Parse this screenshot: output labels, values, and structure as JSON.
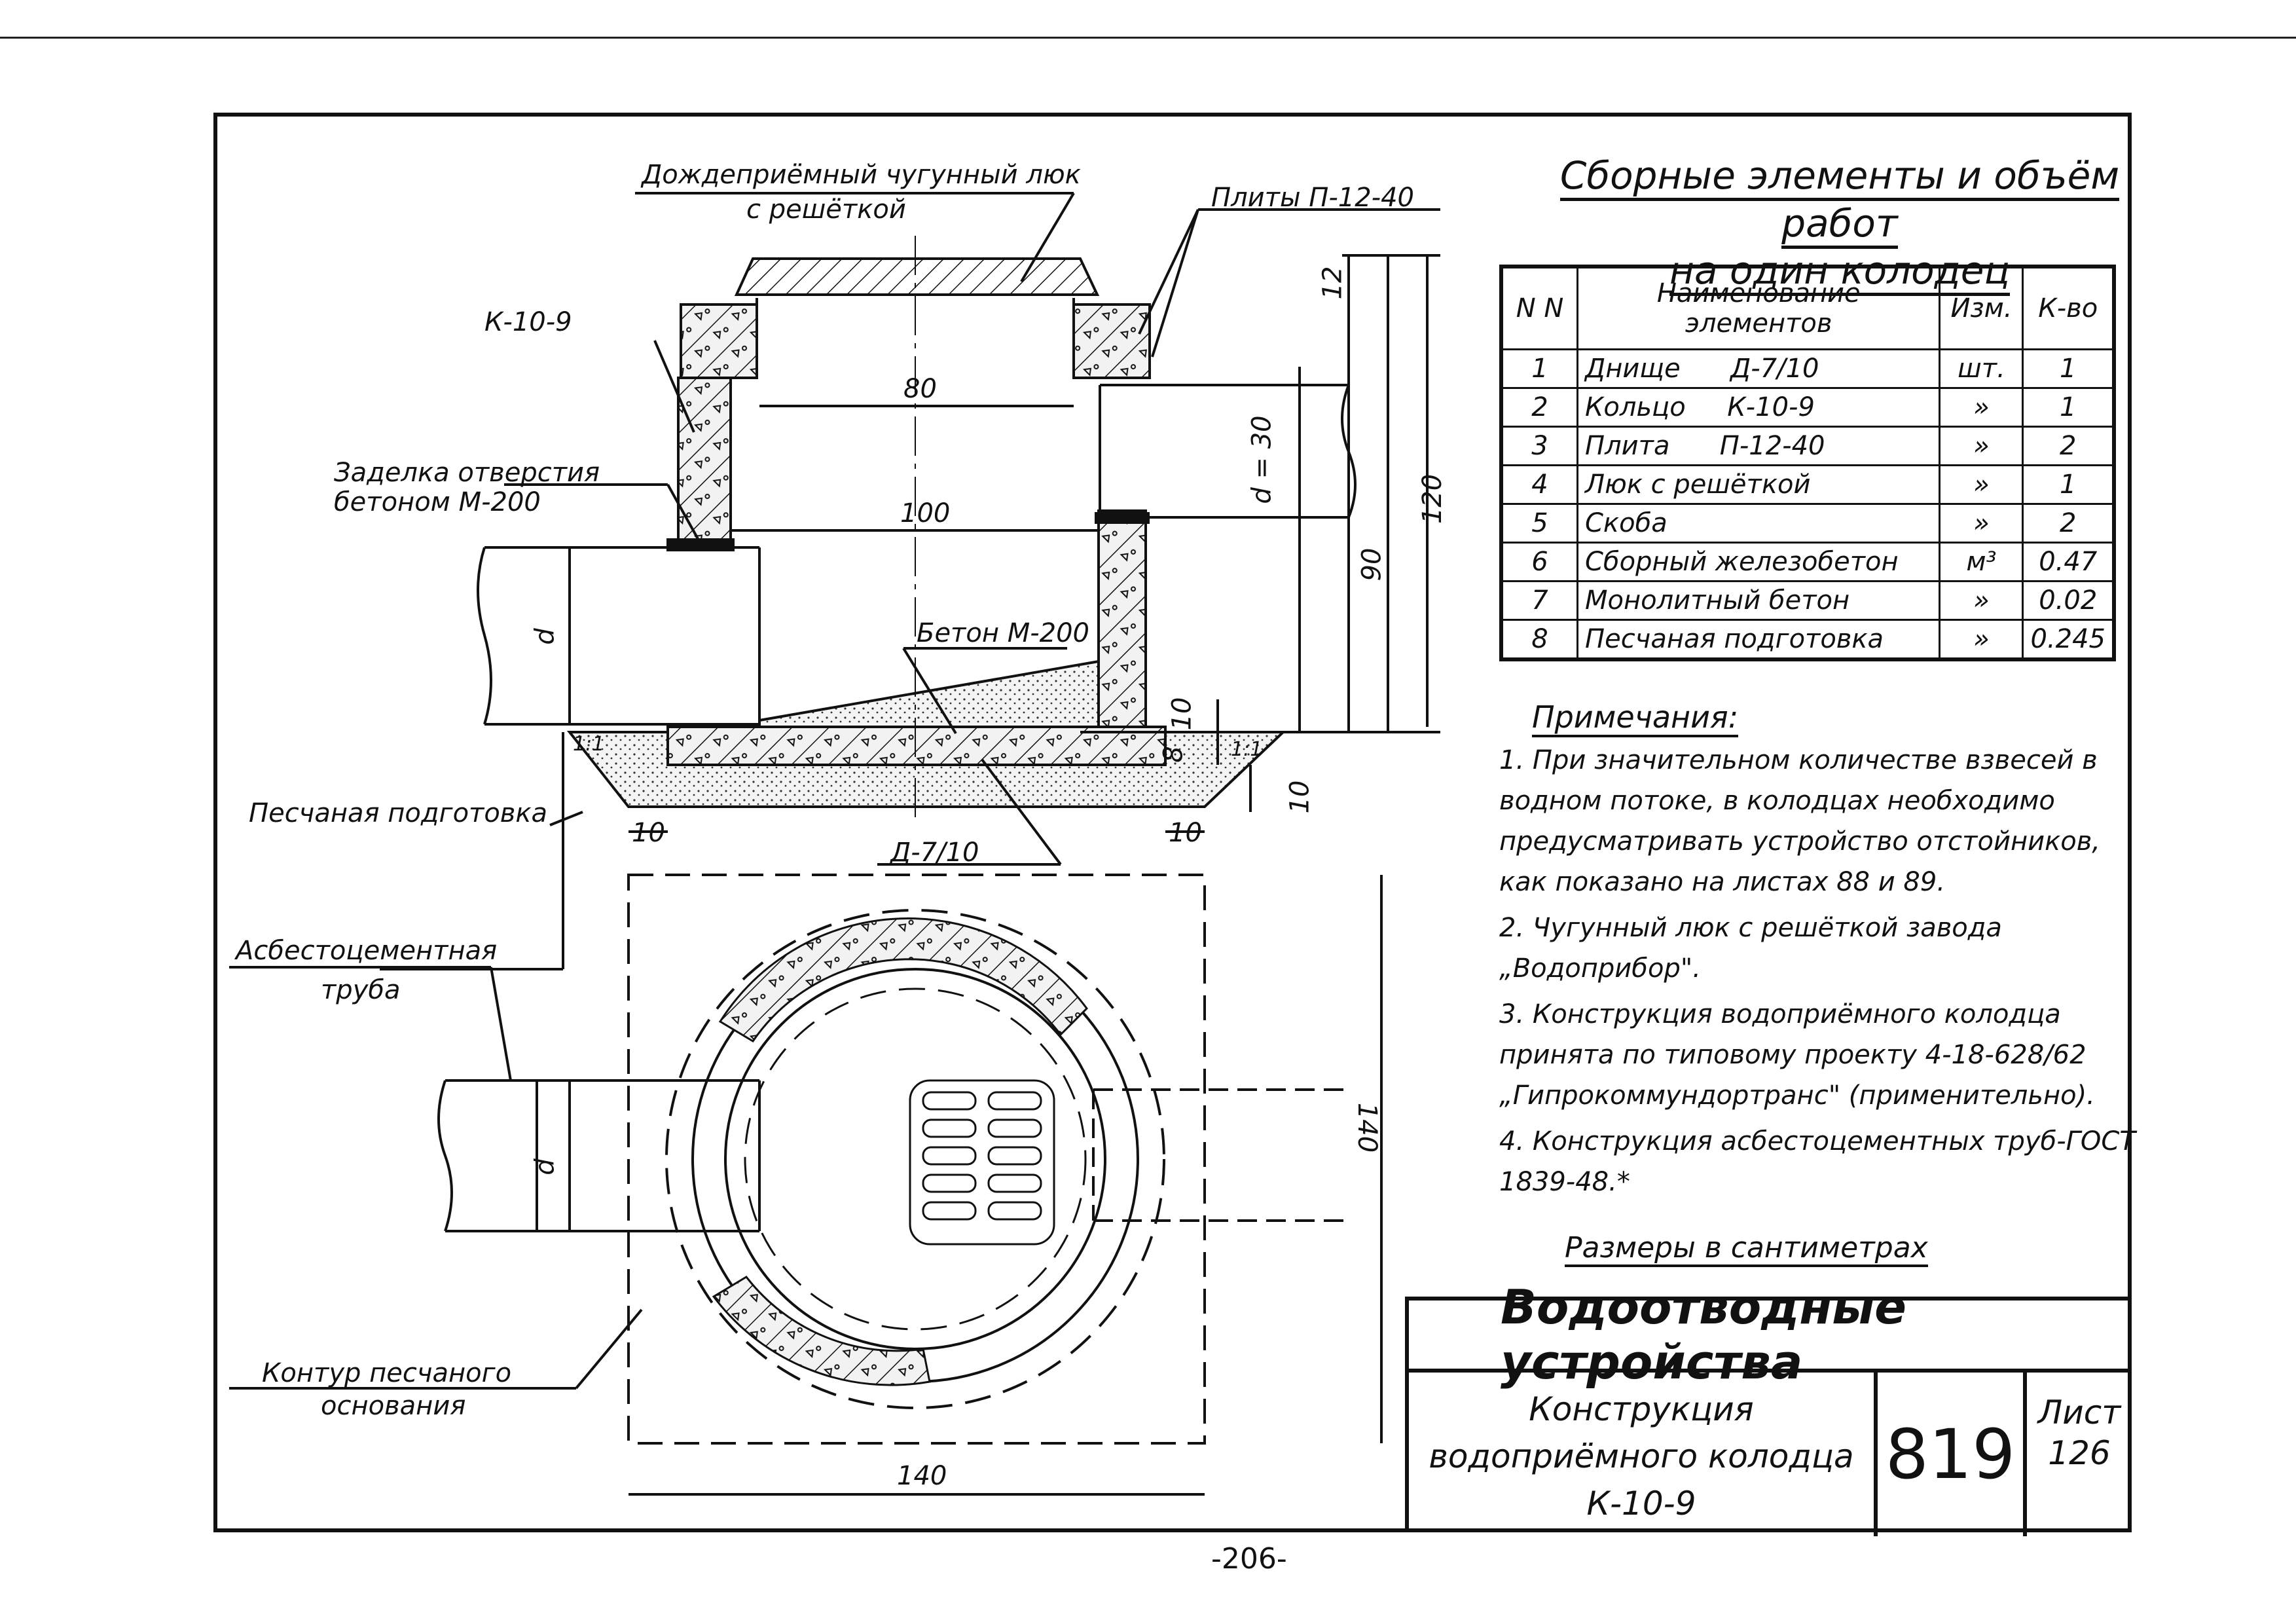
{
  "labels": {
    "hatch_cover": "Дождеприёмный чугунный люк",
    "hatch_cover_2": "с решёткой",
    "slabs": "Плиты П-12-40",
    "ring": "К-10-9",
    "sealing": "Заделка отверстия",
    "sealing_2": "бетоном М-200",
    "concrete": "Бетон М-200",
    "sand_bed": "Песчаная подготовка",
    "bottom": "Д-7/10",
    "asbestos_pipe": "Асбестоцементная",
    "asbestos_pipe_2": "труба",
    "sand_contour": "Контур песчаного",
    "sand_contour_2": "основания"
  },
  "dimensions": {
    "inner_80": "80",
    "inner_100": "100",
    "height_120": "120",
    "height_90": "90",
    "top_12": "12",
    "d30": "d = 30",
    "d": "d",
    "d_plan": "d",
    "bed_10": "10",
    "bed_10b": "10",
    "bed_8": "8",
    "side_10l": "10",
    "side_10r": "10",
    "slope_l": "1:1",
    "slope_r": "1:1",
    "plan_140w": "140",
    "plan_140h": "140"
  },
  "table": {
    "title_line1": "Сборные элементы и объём работ",
    "title_line2": "на один колодец",
    "headers": [
      "N N",
      "Наименование элементов",
      "Изм.",
      "К-во"
    ],
    "rows": [
      [
        "1",
        "Днище      Д-7/10",
        "шт.",
        "1"
      ],
      [
        "2",
        "Кольцо     К-10-9",
        "»",
        "1"
      ],
      [
        "3",
        "Плита      П-12-40",
        "»",
        "2"
      ],
      [
        "4",
        "Люк с решёткой",
        "»",
        "1"
      ],
      [
        "5",
        "Скоба",
        "»",
        "2"
      ],
      [
        "6",
        "Сборный железобетон",
        "м³",
        "0.47"
      ],
      [
        "7",
        "Монолитный бетон",
        "»",
        "0.02"
      ],
      [
        "8",
        "Песчаная подготовка",
        "»",
        "0.245"
      ]
    ]
  },
  "notes": {
    "title": "Примечания:",
    "items": [
      "1. При значительном количестве взвесей в водном потоке, в колодцах необходимо предусматривать устройство отстойников, как показано на листах 88 и 89.",
      "2. Чугунный люк с решёткой завода „Водоприбор\".",
      "3. Конструкция водоприёмного колодца принята по типовому проекту 4-18-628/62 „Гипрокоммундортранс\" (применительно).",
      "4. Конструкция асбестоцементных труб-ГОСТ 1839-48.*"
    ]
  },
  "units_note": "Размеры в сантиметрах",
  "title_block": {
    "section": "Водоотводные устройства",
    "desc_1": "Конструкция",
    "desc_2": "водоприёмного колодца",
    "desc_3": "К-10-9",
    "number": "819",
    "sheet_label": "Лист",
    "sheet_num": "126"
  },
  "page_number": "-206-"
}
